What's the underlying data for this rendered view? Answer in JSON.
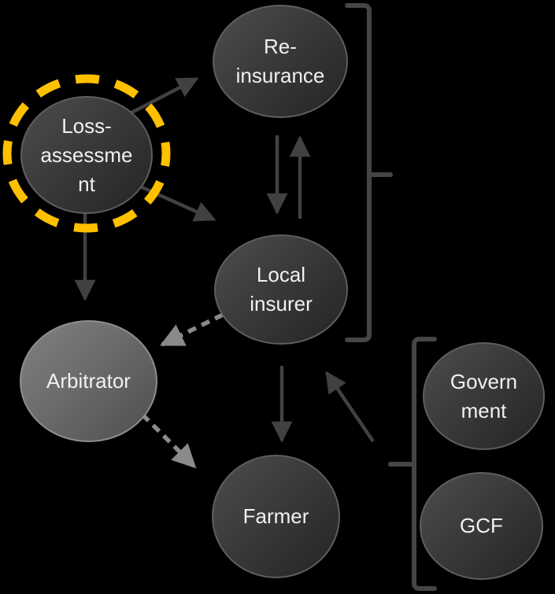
{
  "diagram": {
    "title": "insurance-scheme-relationship-diagram",
    "nodes": [
      {
        "id": "reinsurance",
        "label": "Re-\ninsurance",
        "emphasis": "dark"
      },
      {
        "id": "loss-assessment",
        "label": "Loss-\nassessme\nnt",
        "emphasis": "dark",
        "highlighted": true
      },
      {
        "id": "local-insurer",
        "label": "Local\ninsurer",
        "emphasis": "dark"
      },
      {
        "id": "arbitrator",
        "label": "Arbitrator",
        "emphasis": "light"
      },
      {
        "id": "farmer",
        "label": "Farmer",
        "emphasis": "dark"
      },
      {
        "id": "government",
        "label": "Govern\nment",
        "emphasis": "dark"
      },
      {
        "id": "gcf",
        "label": "GCF",
        "emphasis": "dark"
      }
    ],
    "edges": [
      {
        "from": "loss-assessment",
        "to": "reinsurance",
        "style": "solid"
      },
      {
        "from": "loss-assessment",
        "to": "local-insurer",
        "style": "solid"
      },
      {
        "from": "loss-assessment",
        "to": "arbitrator",
        "style": "solid"
      },
      {
        "from": "reinsurance",
        "to": "local-insurer",
        "style": "solid"
      },
      {
        "from": "local-insurer",
        "to": "reinsurance",
        "style": "solid"
      },
      {
        "from": "local-insurer",
        "to": "farmer",
        "style": "solid"
      },
      {
        "from": "government-gcf-group",
        "to": "local-insurer",
        "style": "solid"
      },
      {
        "from": "local-insurer",
        "to": "arbitrator",
        "style": "dashed"
      },
      {
        "from": "arbitrator",
        "to": "farmer",
        "style": "dashed"
      }
    ],
    "brackets": [
      {
        "encloses": [
          "reinsurance",
          "local-insurer"
        ],
        "tick_direction": "right"
      },
      {
        "encloses": [
          "government",
          "gcf"
        ],
        "tick_direction": "left"
      }
    ],
    "colors": {
      "background": "#000000",
      "node_text": "#f1f1f1",
      "node_fill_dark_hi": "#4d4d4d",
      "node_fill_dark_lo": "#242424",
      "node_fill_light_hi": "#818181",
      "node_fill_light_lo": "#4e4e4e",
      "node_rim": "#5e5e5e",
      "arrow_solid": "#414141",
      "arrow_dashed": "#8a8a8a",
      "bracket": "#454545",
      "highlight_ring": "#FFC000"
    }
  }
}
